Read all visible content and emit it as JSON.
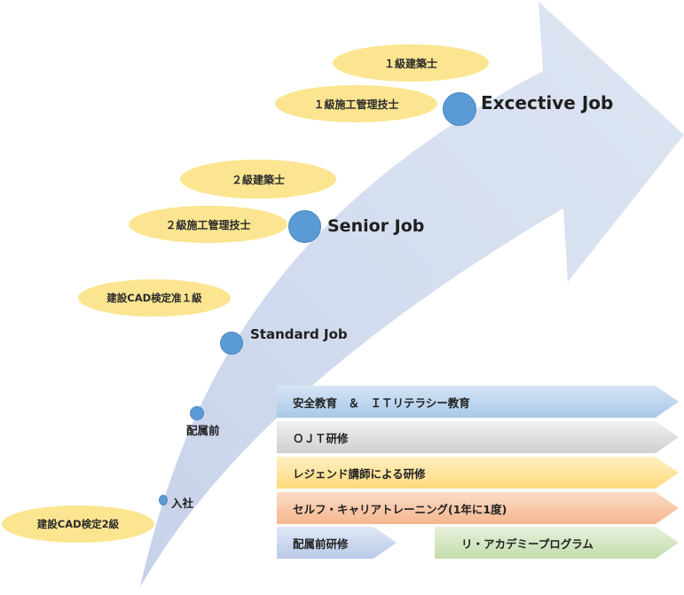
{
  "qualifications": {
    "arch_1": "１級建築士",
    "construction_mgmt_1": "１級施工管理技士",
    "arch_2": "２級建築士",
    "construction_mgmt_2": "２級施工管理技士",
    "cad_semi_1": "建設CAD検定准１級",
    "cad_2": "建設CAD検定2級"
  },
  "stages": {
    "executive": "Excective Job",
    "senior": "Senior Job",
    "standard": "Standard Job",
    "pre_assignment": "配属前",
    "joining": "入社"
  },
  "programs": {
    "safety_it": "安全教育　＆　ＩＴリテラシー教育",
    "ojt": "ＯＪＴ研修",
    "legend": "レジェンド講師による研修",
    "self_career": "セルフ・キャリアトレーニング(1年に1度)",
    "pre_training": "配属前研修",
    "re_academy": "リ・アカデミープログラム"
  },
  "colors": {
    "arrow": "#dde4f1",
    "dot": "#5b9bd5",
    "ellipse": "#fbe590",
    "band_blue": "#bcd6ee",
    "band_gray": "#e2e2e2",
    "band_yellow": "#fde49b",
    "band_orange": "#f7c7a5",
    "band_lavender": "#cdd8ee",
    "band_green": "#d6e8c7"
  }
}
